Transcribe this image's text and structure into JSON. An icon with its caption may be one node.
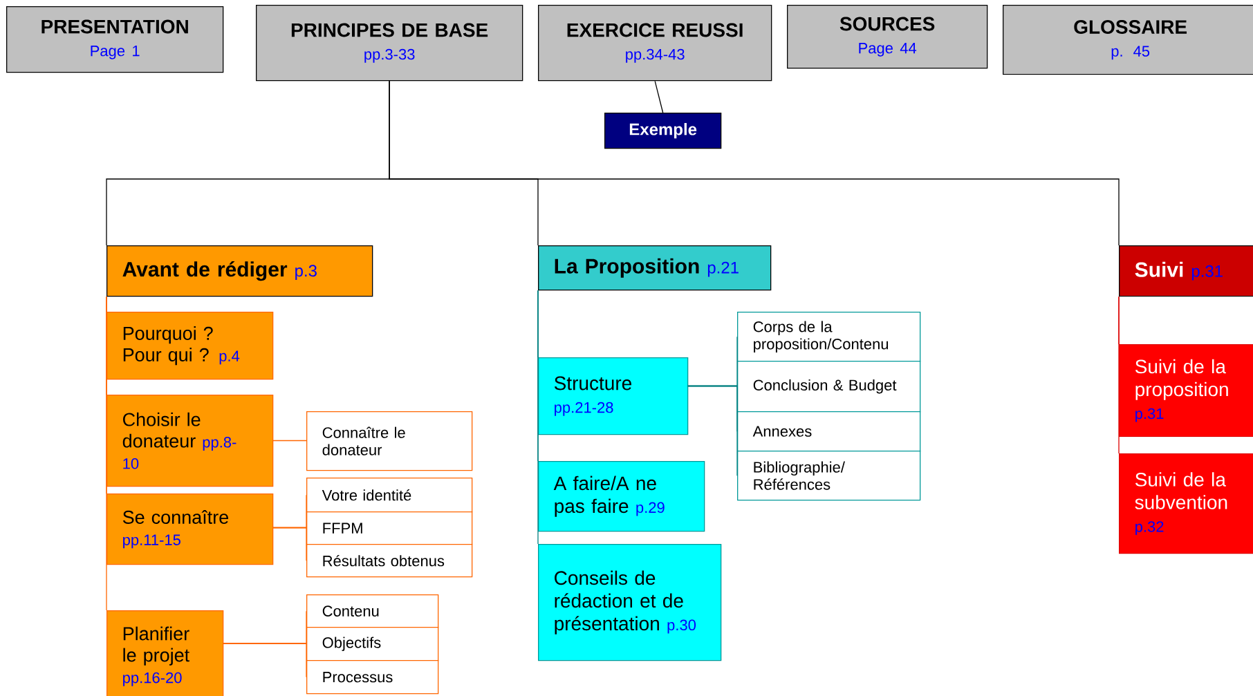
{
  "diagram": {
    "nodes": [
      {
        "text": [
          "PRESENTATION",
          "Page 1"
        ]
      },
      {
        "text": [
          "PRINCIPES DE BASE",
          "pp.3-33"
        ]
      },
      {
        "text": [
          "EXERCICE REUSSI",
          "pp.34-43"
        ]
      },
      {
        "text": [
          "SOURCES",
          "Page 44"
        ]
      },
      {
        "text": [
          "GLOSSAIRE",
          "p. 45"
        ]
      },
      {
        "text": [
          "Exemple"
        ]
      },
      {
        "text": [
          "Avant de rédiger",
          "p.3"
        ]
      },
      {
        "text": [
          "Pourquoi ? Pour qui ?",
          "p.4"
        ]
      },
      {
        "text": [
          "Choisir le donateur",
          "pp.8-10"
        ]
      },
      {
        "text": [
          "Connaître le donateur"
        ]
      },
      {
        "text": [
          "Se connaître",
          "pp.11-15"
        ]
      },
      {
        "text": [
          "Votre identité"
        ]
      },
      {
        "text": [
          "FFPM"
        ]
      },
      {
        "text": [
          "Résultats obtenus"
        ]
      },
      {
        "text": [
          "Planifier le projet",
          "pp.16-20"
        ]
      },
      {
        "text": [
          "Contenu"
        ]
      },
      {
        "text": [
          "Objectifs"
        ]
      },
      {
        "text": [
          "Processus"
        ]
      },
      {
        "text": [
          "La Proposition",
          "p.21"
        ]
      },
      {
        "text": [
          "Structure",
          "pp.21-28"
        ]
      },
      {
        "text": [
          "Corps de la proposition/Contenu"
        ]
      },
      {
        "text": [
          "Conclusion & Budget"
        ]
      },
      {
        "text": [
          "Annexes"
        ]
      },
      {
        "text": [
          "Bibliographie/ Références"
        ]
      },
      {
        "text": [
          "A faire/A ne pas faire",
          "p.29"
        ]
      },
      {
        "text": [
          "Conseils de rédaction et de présentation",
          "p.30"
        ]
      },
      {
        "text": [
          "Suivi",
          "p.31"
        ]
      },
      {
        "text": [
          "Suivi de la proposition",
          "p.31"
        ]
      },
      {
        "text": [
          "Suivi de la subvention",
          "p.32"
        ]
      }
    ],
    "edges": [
      {
        "from": 2,
        "to": 5,
        "arrow": "none",
        "color": "#000000"
      },
      {
        "from": 1,
        "to": 6,
        "arrow": "none",
        "color": "#000000"
      },
      {
        "from": 1,
        "to": 18,
        "arrow": "none",
        "color": "#000000"
      },
      {
        "from": 1,
        "to": 26,
        "arrow": "none",
        "color": "#000000"
      },
      {
        "from": 6,
        "to": 7,
        "arrow": "none"
      },
      {
        "from": 6,
        "to": 8,
        "arrow": "none"
      },
      {
        "from": 6,
        "to": 10,
        "arrow": "none"
      },
      {
        "from": 6,
        "to": 14,
        "arrow": "none"
      },
      {
        "from": 8,
        "to": 9,
        "arrow": "none"
      },
      {
        "from": 10,
        "to": 11,
        "arrow": "none"
      },
      {
        "from": 10,
        "to": 12,
        "arrow": "none"
      },
      {
        "from": 10,
        "to": 13,
        "arrow": "none"
      },
      {
        "from": 14,
        "to": 15,
        "arrow": "none"
      },
      {
        "from": 14,
        "to": 16,
        "arrow": "none"
      },
      {
        "from": 14,
        "to": 17,
        "arrow": "none"
      },
      {
        "from": 18,
        "to": 19,
        "arrow": "none",
        "color": "#008080"
      },
      {
        "from": 18,
        "to": 24,
        "arrow": "none",
        "color": "#008080"
      },
      {
        "from": 18,
        "to": 25,
        "arrow": "none",
        "color": "#008080"
      },
      {
        "from": 19,
        "to": 20,
        "arrow": "none",
        "color": "#008080"
      },
      {
        "from": 19,
        "to": 21,
        "arrow": "none",
        "color": "#008080"
      },
      {
        "from": 19,
        "to": 22,
        "arrow": "none",
        "color": "#008080"
      },
      {
        "from": 19,
        "to": 23,
        "arrow": "none",
        "color": "#008080"
      },
      {
        "from": 26,
        "to": 27,
        "arrow": "none",
        "color": "#dd0000"
      },
      {
        "from": 26,
        "to": 28,
        "arrow": "none",
        "color": "#dd0000"
      }
    ]
  }
}
